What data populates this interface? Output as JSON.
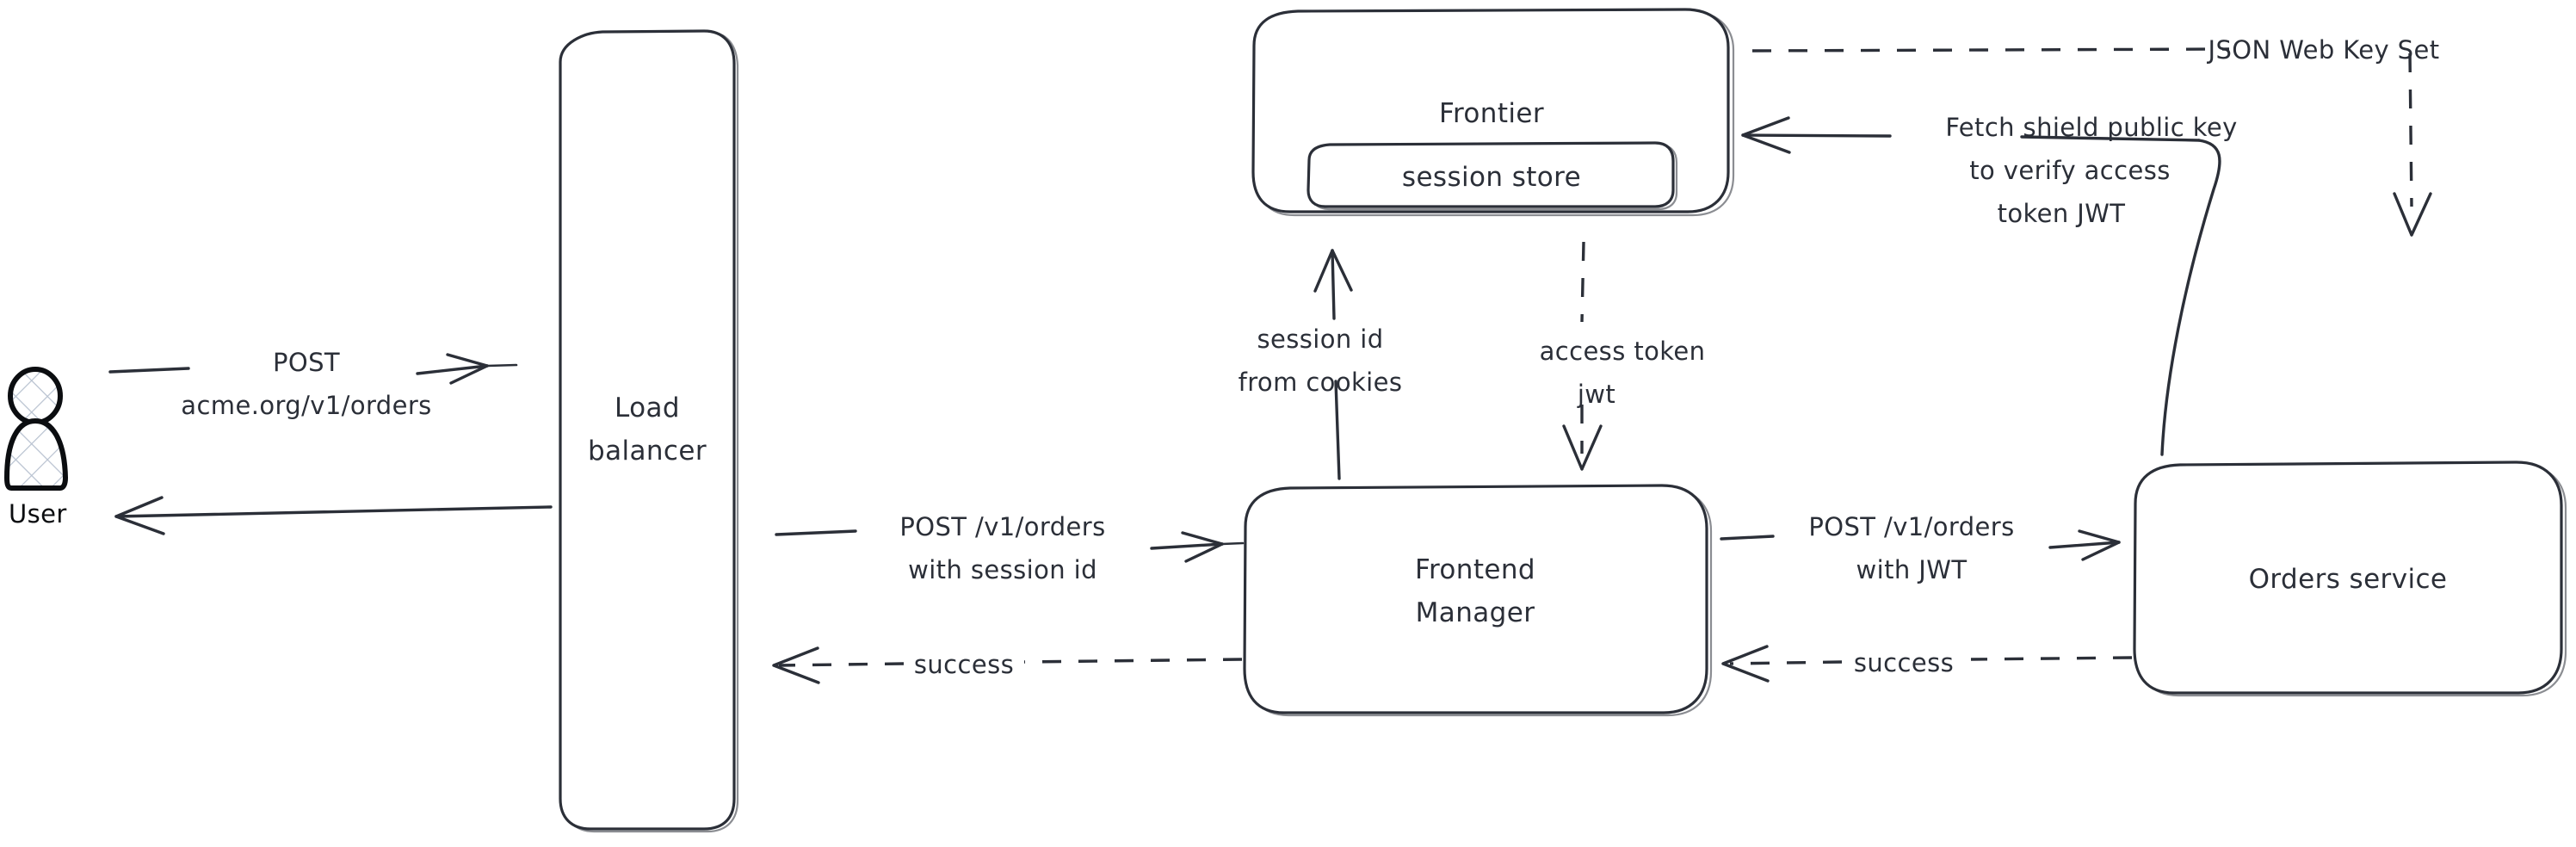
{
  "diagram": {
    "title": "Authentication request flow",
    "style": "hand-drawn",
    "stroke_color": "#2b2f38",
    "background_color": "#ffffff",
    "actor_outline_color": "#0b0d10",
    "hatch_color": "#b8c2d0"
  },
  "actors": {
    "user": {
      "label": "User",
      "icon": "person-icon"
    }
  },
  "nodes": {
    "load_balancer": {
      "label_line1": "Load",
      "label_line2": "balancer"
    },
    "frontier": {
      "label": "Frontier",
      "child": {
        "label": "session store"
      }
    },
    "frontend_manager": {
      "label_line1": "Frontend",
      "label_line2": "Manager"
    },
    "orders_service": {
      "label": "Orders service"
    }
  },
  "edges": [
    {
      "id": "user-to-lb",
      "from": "user",
      "to": "load_balancer",
      "style": "solid",
      "direction": "right",
      "label_line1": "POST",
      "label_line2": "acme.org/v1/orders"
    },
    {
      "id": "lb-to-user",
      "from": "load_balancer",
      "to": "user",
      "style": "solid",
      "direction": "left",
      "label_line1": "",
      "label_line2": ""
    },
    {
      "id": "lb-to-fm",
      "from": "load_balancer",
      "to": "frontend_manager",
      "style": "solid",
      "direction": "right",
      "label_line1": "POST /v1/orders",
      "label_line2": "with session id"
    },
    {
      "id": "fm-to-lb",
      "from": "frontend_manager",
      "to": "load_balancer",
      "style": "dashed",
      "direction": "left",
      "label_line1": "success",
      "label_line2": ""
    },
    {
      "id": "fm-to-frontier",
      "from": "frontend_manager",
      "to": "frontier",
      "style": "solid",
      "direction": "up",
      "label_line1": "session id",
      "label_line2": "from cookies"
    },
    {
      "id": "frontier-to-fm",
      "from": "frontier",
      "to": "frontend_manager",
      "style": "dashed",
      "direction": "down",
      "label_line1": "access token",
      "label_line2": "jwt"
    },
    {
      "id": "fm-to-orders",
      "from": "frontend_manager",
      "to": "orders_service",
      "style": "solid",
      "direction": "right",
      "label_line1": "POST /v1/orders",
      "label_line2": "with JWT"
    },
    {
      "id": "orders-to-fm",
      "from": "orders_service",
      "to": "frontend_manager",
      "style": "dashed",
      "direction": "left",
      "label_line1": "success",
      "label_line2": ""
    },
    {
      "id": "orders-to-frontier",
      "from": "orders_service",
      "to": "frontier",
      "style": "solid",
      "direction": "left",
      "label_line1": "Fetch shield public key",
      "label_line2": "to verify access",
      "label_line3": "token JWT"
    },
    {
      "id": "frontier-to-orders",
      "from": "frontier",
      "to": "orders_service",
      "style": "dashed",
      "direction": "down",
      "label_line1": "JSON Web Key Set",
      "label_line2": ""
    }
  ]
}
